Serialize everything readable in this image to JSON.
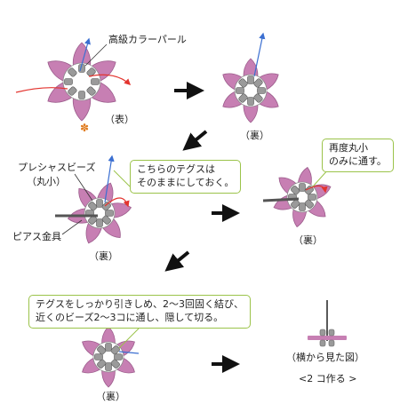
{
  "labels": {
    "pearl": "高級カラーパール",
    "front": "（表）",
    "back1": "（裏）",
    "precious_beads_line1": "プレシャスビーズ",
    "precious_beads_line2": "（丸小）",
    "earring_part": "ピアス金具",
    "back2": "（裏）",
    "back3": "（裏）",
    "back4": "（裏）",
    "side_view": "（横から見た図）",
    "make_two": "<2 コ作る >"
  },
  "callouts": {
    "keep_line": [
      "こちらのテグスは",
      "そのままにしておく。"
    ],
    "pass_again": [
      "再度丸小",
      "のみに通す。"
    ],
    "tie_off": [
      "テグスをしっかり引きしめ、2～3回固く結び、",
      "近くのビーズ2～3コに通し、隠して切る。"
    ]
  },
  "colors": {
    "petal": "#c77fb3",
    "petal_stroke": "#9c5c8c",
    "bead": "#9a9a9a",
    "bead_inner": "#d9d9d9",
    "thread_red": "#e3342f",
    "thread_blue": "#3b6fd1",
    "callout_border": "#9bc34a",
    "arrow": "#111111",
    "accent_flower": "#e07b1f"
  }
}
